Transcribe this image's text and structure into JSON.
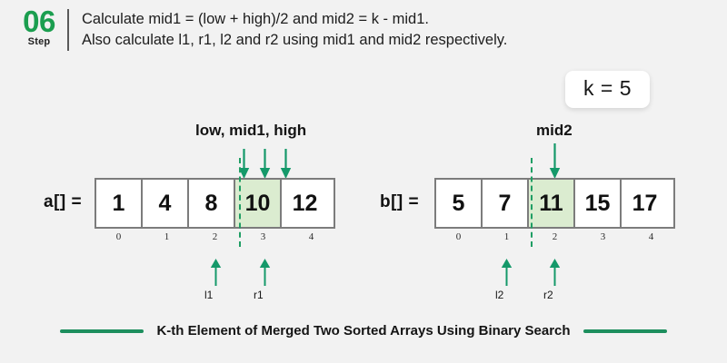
{
  "step": {
    "number": "06",
    "word": "Step",
    "line1": "Calculate mid1 = (low + high)/2 and mid2 = k - mid1.",
    "line2": "Also calculate l1, r1, l2 and r2 using mid1 and mid2 respectively."
  },
  "k_badge": {
    "text": "k = 5"
  },
  "arrays": [
    {
      "name": "array-a",
      "label": "a[] =",
      "values": [
        "1",
        "4",
        "8",
        "10",
        "12"
      ],
      "indices": [
        "0",
        "1",
        "2",
        "3",
        "4"
      ],
      "highlight_index": 3,
      "divider_after_index": 2,
      "top_label": "low, mid1, high",
      "top_pointers": [
        "low",
        "mid1",
        "high"
      ],
      "bottom_pointers": [
        {
          "label": "l1",
          "index": 2
        },
        {
          "label": "r1",
          "index": 3
        }
      ]
    },
    {
      "name": "array-b",
      "label": "b[] =",
      "values": [
        "5",
        "7",
        "11",
        "15",
        "17"
      ],
      "indices": [
        "0",
        "1",
        "2",
        "3",
        "4"
      ],
      "highlight_index": 2,
      "divider_after_index": 1,
      "top_label": "mid2",
      "top_pointers": [
        "mid2"
      ],
      "bottom_pointers": [
        {
          "label": "l2",
          "index": 1
        },
        {
          "label": "r2",
          "index": 2
        }
      ]
    }
  ],
  "footer": {
    "text": "K-th Element of Merged Two Sorted Arrays Using Binary Search"
  },
  "colors": {
    "background": "#f2f2f2",
    "step_green": "#1b9e4f",
    "arrow_green": "#15996a",
    "highlight_green": "#dbecd0",
    "cell_border": "#7c7c7c",
    "footer_green": "#1d8f5e"
  }
}
